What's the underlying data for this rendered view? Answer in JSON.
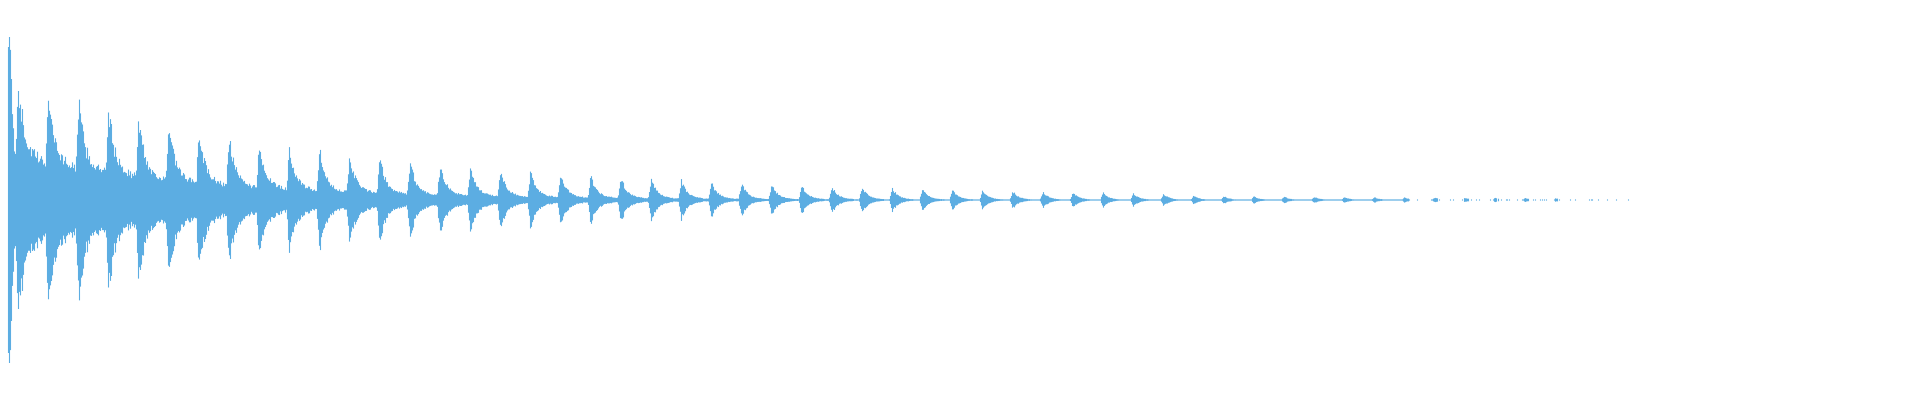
{
  "waveform": {
    "color": "#5DADE2",
    "background": "#FFFFFF",
    "peak_amplitude": 0.72,
    "pulse_count": 52,
    "decay": "exponential",
    "channel": "mono"
  }
}
